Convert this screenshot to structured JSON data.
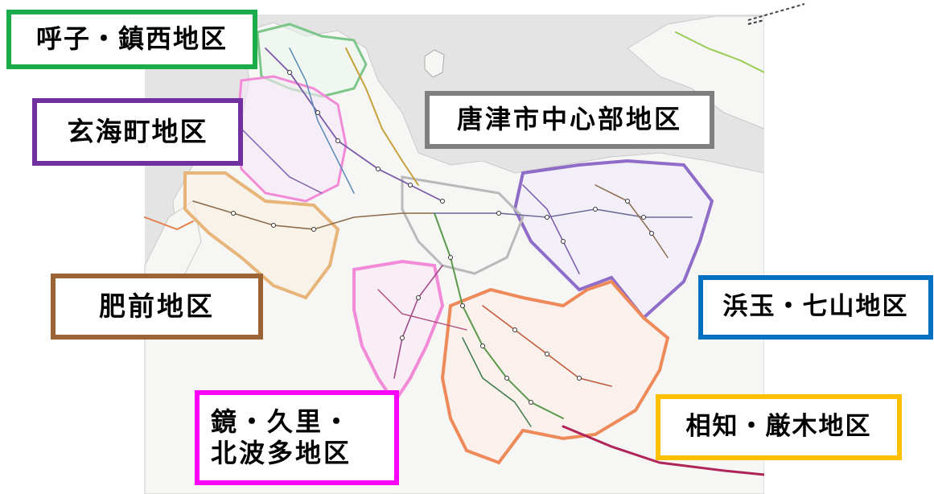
{
  "colors": {
    "sea": "#e3e3e3",
    "land": "#f7f7f5",
    "yobuko": "#1aab4a",
    "genkai": "#7030a0",
    "karatsu": "#7f7f7f",
    "hizen": "#9c6434",
    "hamatama": "#0070c0",
    "kagami": "#ff00ff",
    "ouchi": "#ffc000",
    "district_purple": "#8e6cc8",
    "district_orange": "#ee8a5a",
    "district_pink": "#f28ad8",
    "district_tan": "#e7b47a",
    "district_green": "#7cc68a",
    "railway_red": "#b0245a"
  },
  "districts": [
    {
      "id": "yobuko",
      "lines": [
        "呼子・鎮西地区"
      ]
    },
    {
      "id": "genkai",
      "lines": [
        "玄海町地区"
      ]
    },
    {
      "id": "karatsu",
      "lines": [
        "唐津市中心部地区"
      ]
    },
    {
      "id": "hizen",
      "lines": [
        "肥前地区"
      ]
    },
    {
      "id": "hamatama",
      "lines": [
        "浜玉・七山地区"
      ]
    },
    {
      "id": "kagami",
      "lines": [
        "鏡・久里・",
        "北波多地区"
      ]
    },
    {
      "id": "ouchi",
      "lines": [
        "相知・厳木地区"
      ]
    }
  ]
}
